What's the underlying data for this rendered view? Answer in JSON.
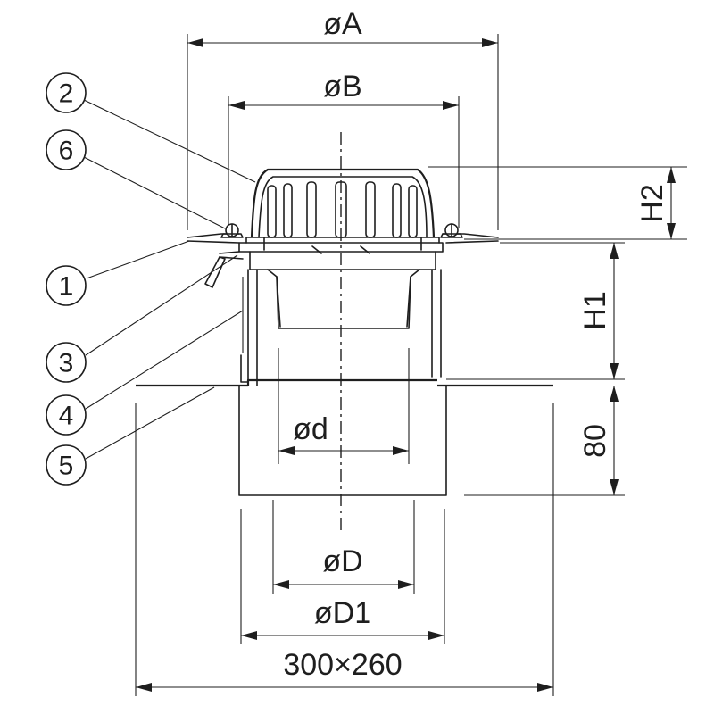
{
  "dimensions": {
    "dia_A": "øA",
    "dia_B": "øB",
    "dia_d": "ød",
    "dia_D": "øD",
    "dia_D1": "øD1",
    "height_H1": "H1",
    "height_H2": "H2",
    "depth_80": "80",
    "plate_size": "300×260"
  },
  "callouts": [
    "2",
    "6",
    "1",
    "3",
    "4",
    "5"
  ]
}
